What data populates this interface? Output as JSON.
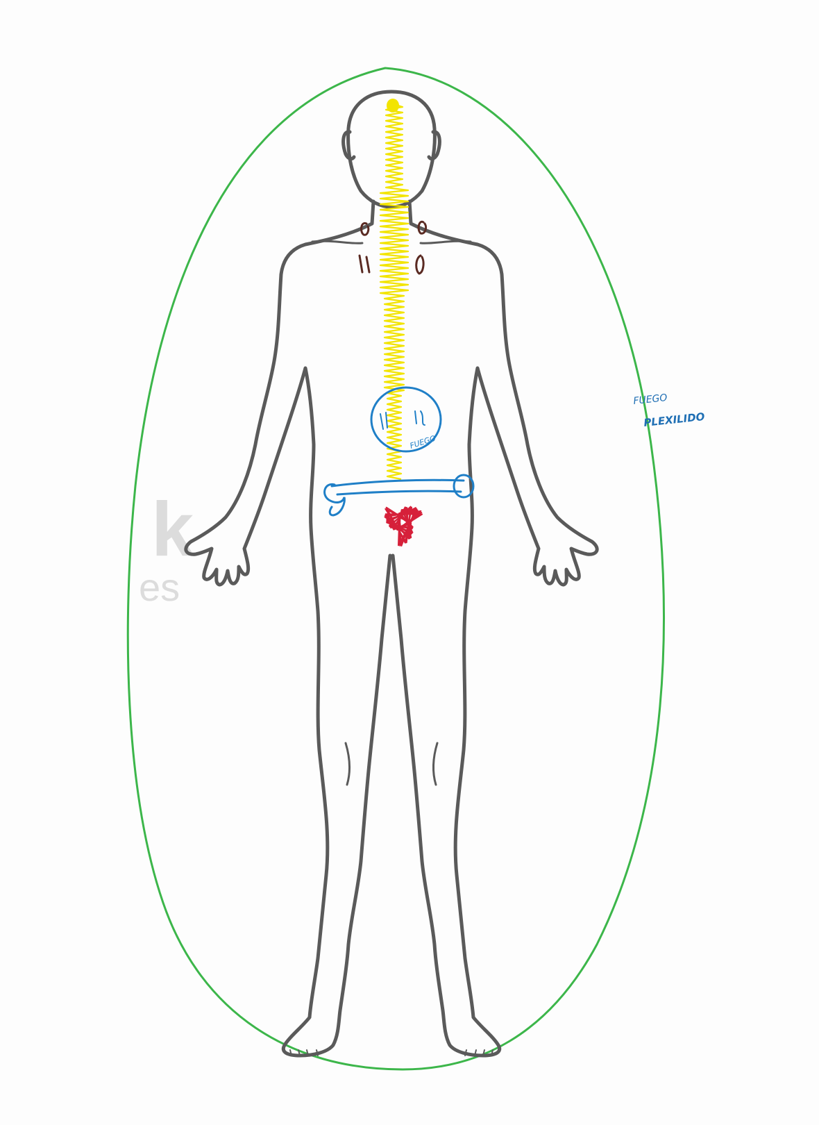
{
  "colors": {
    "paper": "#fdfdfd",
    "body_outline": "#5a5a5a",
    "aura": "#3cb64a",
    "spine_scribble": "#f2e400",
    "solar_plexus_circle": "#1f7fc7",
    "hip_band": "#1f7fc7",
    "root_scribble": "#d6203a",
    "shoulder_marks": "#5a2a22",
    "margin_note": "#1f6fb4",
    "watermark": "#dcdcdc"
  },
  "annotations": {
    "side_note_line1": "FUEGO",
    "side_note_line2": "PLEXILIDO",
    "circle_label": "FUEGO"
  },
  "watermark": {
    "letter": "k",
    "suffix": "es"
  },
  "icons": {
    "aura": "green-aura-outline",
    "spine": "yellow-energy-zigzag",
    "plexus": "blue-solar-plexus-circle",
    "root": "red-root-scribble"
  }
}
